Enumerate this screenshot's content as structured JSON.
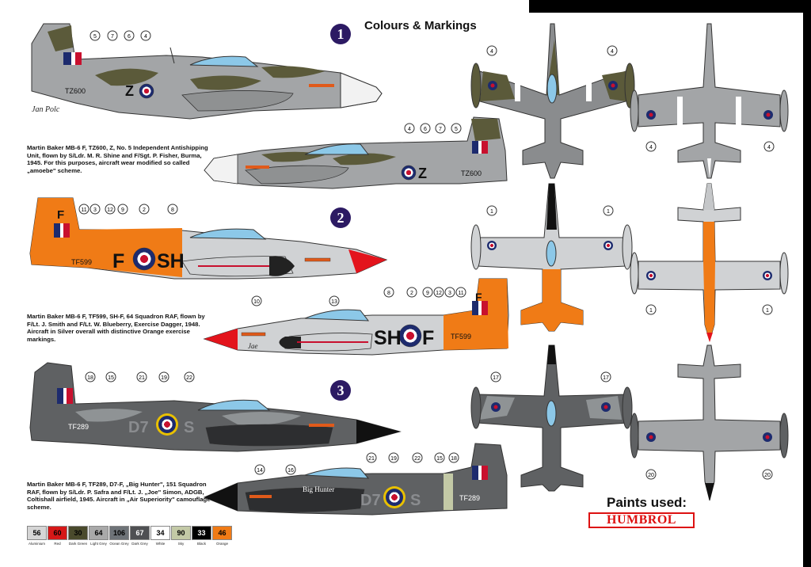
{
  "header": {
    "title": "Colours & Markings"
  },
  "artist": "Jan Polc",
  "schemes": [
    {
      "number": "1",
      "description": "Martin Baker MB-6 F, TZ600, Z, No. 5 Independent Antishipping Unit, flown by S/Ldr. M. R. Shine and F/Sgt. P. Fisher, Burma, 1945. For this purposes, aircraft wear modified so called „amoebe\" scheme.",
      "top_serial": "TZ600",
      "top_code": "Z",
      "bottom_serial": "TZ600",
      "bottom_code": "Z",
      "callouts_top": [
        "5",
        "7",
        "6",
        "4"
      ],
      "callouts_bottom": [
        "4",
        "6",
        "7",
        "5"
      ],
      "plan_callouts": [
        "4",
        "4",
        "4",
        "4"
      ]
    },
    {
      "number": "2",
      "description": "Martin Baker MB-6 F, TF599, SH-F, 64 Squadron RAF, flown by F/Lt. J. Smith and F/Lt. W. Blueberry, Exercise Dagger, 1948. Aircraft in Silver overall with distinctive Orange exercise markings.",
      "top_serial": "TF599",
      "top_code_left": "F",
      "top_code_right": "SH",
      "fin_letter": "F",
      "bottom_serial": "TF599",
      "bottom_code_left": "SH",
      "bottom_code_right": "F",
      "nose_name": "Jae",
      "callouts_top": [
        "11",
        "3",
        "12",
        "9",
        "2",
        "8"
      ],
      "callouts_bottom": [
        "10",
        "13",
        "8",
        "2",
        "9",
        "12",
        "3",
        "11"
      ],
      "plan_callouts": [
        "1",
        "1",
        "1",
        "1"
      ]
    },
    {
      "number": "3",
      "description": "Martin Baker MB-6 F, TF289, D7-F, „Big Hunter\", 151 Squadron RAF, flown by S/Ldr. P. Safra and F/Lt. J. „Joe\" Simon, ADGB, Coltishall airfield, 1945. Aircraft in „Air Superiority\" camouflage scheme.",
      "top_serial": "TF289",
      "top_code_left": "D7",
      "top_code_right": "S",
      "bottom_serial": "TF289",
      "bottom_code_left": "D7",
      "bottom_code_right": "S",
      "nose_name": "Big Hunter",
      "callouts_top": [
        "18",
        "15",
        "21",
        "19",
        "22"
      ],
      "callouts_bottom": [
        "14",
        "16",
        "21",
        "19",
        "22",
        "15",
        "18"
      ],
      "plan_callouts": [
        "17",
        "17",
        "20",
        "20"
      ]
    }
  ],
  "paints": {
    "title": "Paints used:",
    "brand": "HUMBROL",
    "swatches": [
      {
        "num": "56",
        "name": "Aluminium",
        "color": "#d5d5d5",
        "text": "#000"
      },
      {
        "num": "60",
        "name": "Red",
        "color": "#d61818",
        "text": "#000"
      },
      {
        "num": "30",
        "name": "Dark Green",
        "color": "#4a4a2c",
        "text": "#000"
      },
      {
        "num": "64",
        "name": "Light Grey",
        "color": "#a9a9a9",
        "text": "#000"
      },
      {
        "num": "106",
        "name": "Ocean Grey",
        "color": "#6e7378",
        "text": "#000"
      },
      {
        "num": "67",
        "name": "Dark Grey",
        "color": "#4f5053",
        "text": "#fff"
      },
      {
        "num": "34",
        "name": "White",
        "color": "#ffffff",
        "text": "#000"
      },
      {
        "num": "90",
        "name": "Sky",
        "color": "#c3c9a6",
        "text": "#000"
      },
      {
        "num": "33",
        "name": "Black",
        "color": "#000000",
        "text": "#fff"
      },
      {
        "num": "46",
        "name": "Orange",
        "color": "#f07b16",
        "text": "#000"
      }
    ]
  }
}
